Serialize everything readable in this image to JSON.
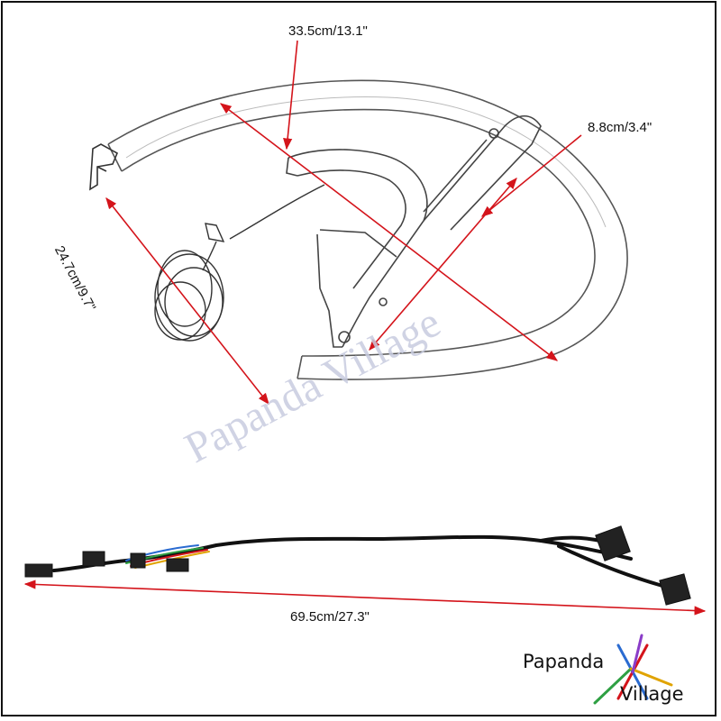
{
  "dimensions": {
    "width_label": "33.5cm/13.1\"",
    "height_label": "24.7cm/9.7\"",
    "bar_label": "8.8cm/3.4\"",
    "harness_label": "69.5cm/27.3\""
  },
  "watermark": "Papanda Village",
  "logo": {
    "line1": "Papanda",
    "line2": "Village"
  },
  "colors": {
    "dimension_line": "#d4141b",
    "watermark": "#c8cce0",
    "drawing": "#444444"
  }
}
